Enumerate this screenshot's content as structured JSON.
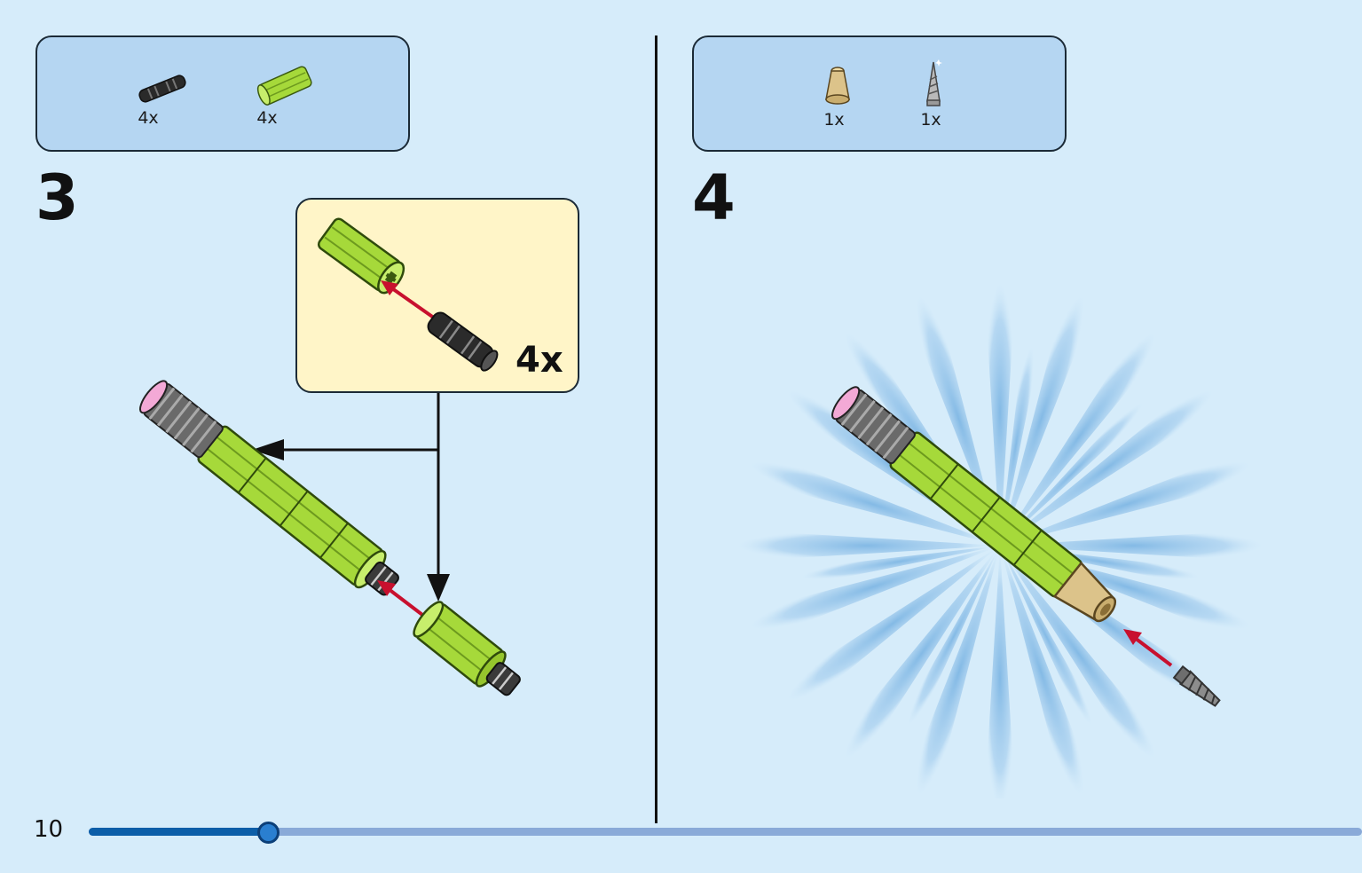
{
  "page": {
    "number": "10",
    "progress": 0.14
  },
  "step3": {
    "number": "3",
    "parts": [
      {
        "icon": "black-pin-icon",
        "qty": "4x"
      },
      {
        "icon": "lime-tube-icon",
        "qty": "4x"
      }
    ],
    "callout": {
      "qty": "4x"
    }
  },
  "step4": {
    "number": "4",
    "parts": [
      {
        "icon": "tan-cone-icon",
        "qty": "1x"
      },
      {
        "icon": "silver-drill-icon",
        "qty": "1x"
      }
    ]
  },
  "colors": {
    "background": "#d6ecfa",
    "parts_box": "#b5d6f2",
    "callout": "#fff5c8",
    "lime": "#a6d93a",
    "arrow_red": "#c8102e",
    "progress_done": "#0c5ea8",
    "progress_rest": "#8aaad8"
  }
}
